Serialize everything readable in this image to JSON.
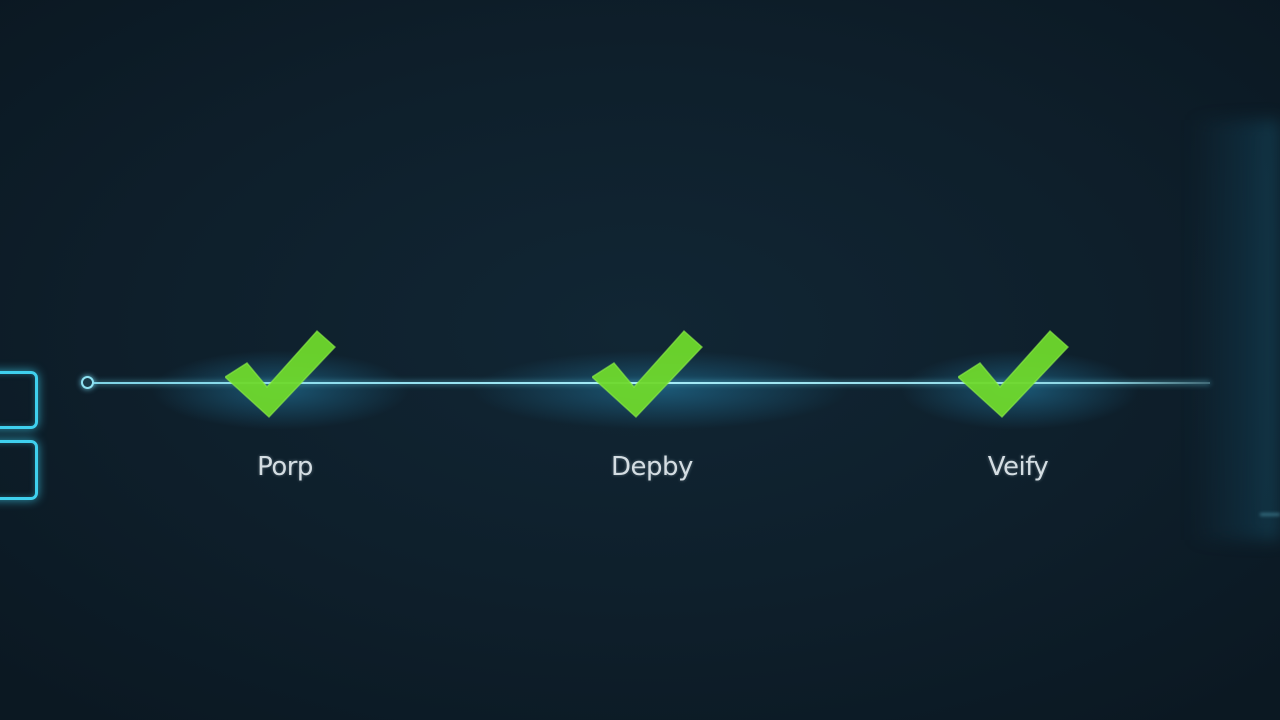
{
  "timeline": {
    "colors": {
      "background": "#0e1f2b",
      "line": "#9fe6f5",
      "node_border": "#3fd0ee",
      "check": "#6fd92c",
      "label": "#d4dde2"
    },
    "steps": [
      {
        "label": "Porp",
        "status": "complete",
        "icon": "checkmark-icon"
      },
      {
        "label": "Depby",
        "status": "complete",
        "icon": "checkmark-icon"
      },
      {
        "label": "Veify",
        "status": "complete",
        "icon": "checkmark-icon"
      }
    ]
  }
}
